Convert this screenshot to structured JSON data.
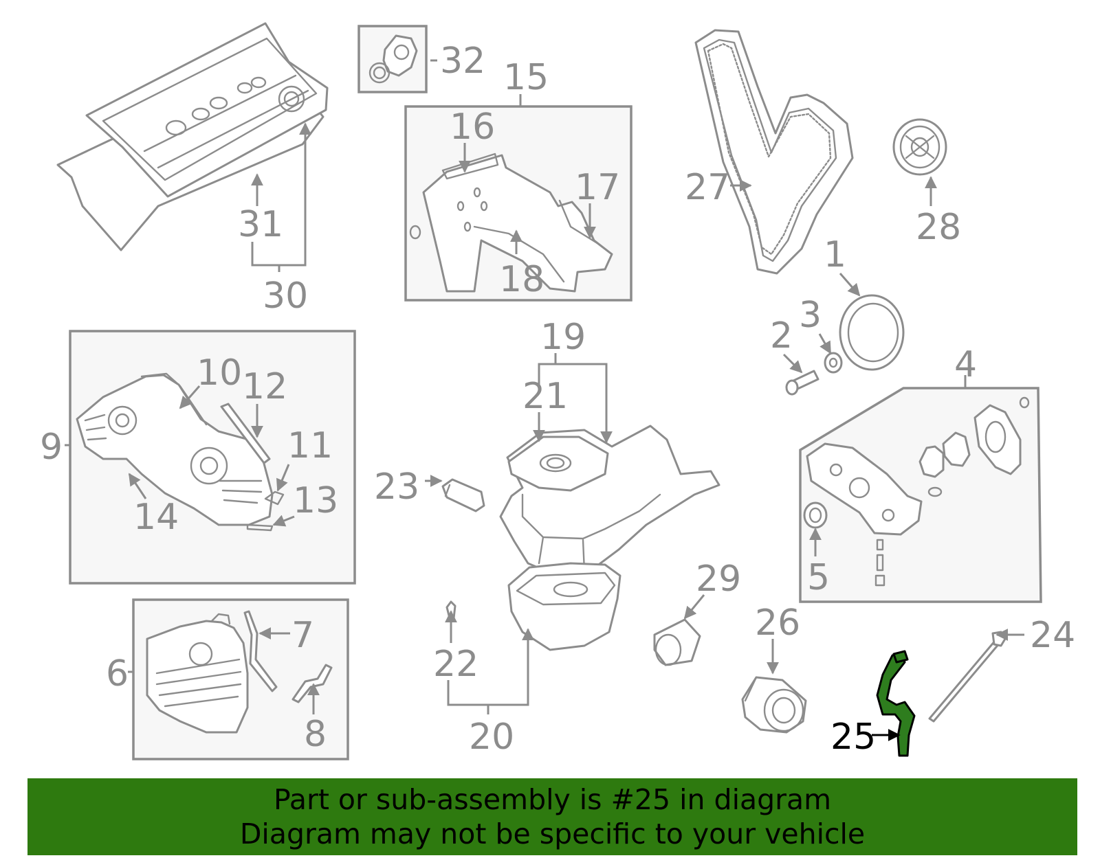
{
  "callouts": {
    "c1": "1",
    "c2": "2",
    "c3": "3",
    "c4": "4",
    "c5": "5",
    "c6": "6",
    "c7": "7",
    "c8": "8",
    "c9": "9",
    "c10": "10",
    "c11": "11",
    "c12": "12",
    "c13": "13",
    "c14": "14",
    "c15": "15",
    "c16": "16",
    "c17": "17",
    "c18": "18",
    "c19": "19",
    "c20": "20",
    "c21": "21",
    "c22": "22",
    "c23": "23",
    "c24": "24",
    "c25": "25",
    "c26": "26",
    "c27": "27",
    "c28": "28",
    "c29": "29",
    "c30": "30",
    "c31": "31",
    "c32": "32"
  },
  "highlight": {
    "part_number": "25",
    "color": "#2e7d1e"
  },
  "banner": {
    "line1": "Part or sub-assembly is #25 in diagram",
    "line2": "Diagram may not be specific to your vehicle",
    "background": "#2e7a0f"
  }
}
